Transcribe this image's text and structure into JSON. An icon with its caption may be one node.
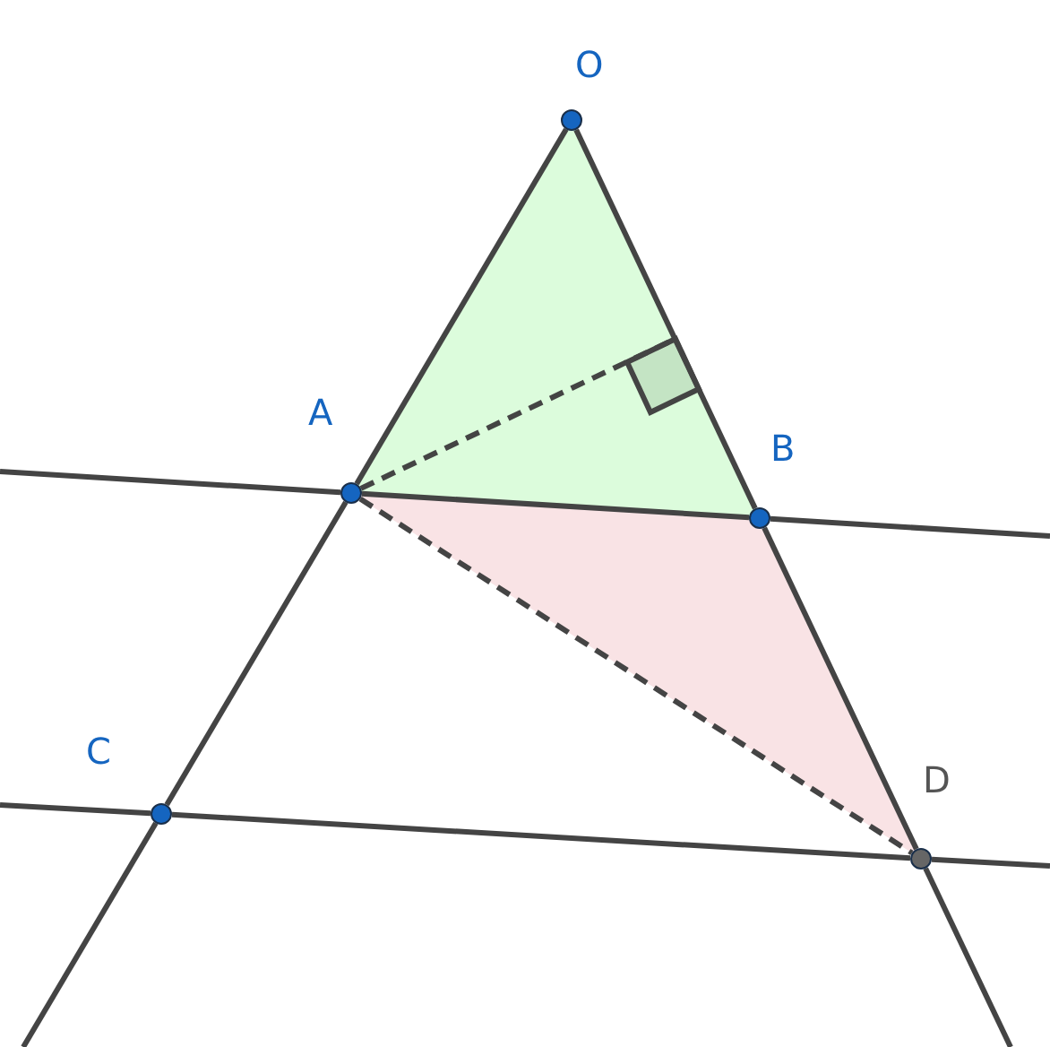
{
  "diagram": {
    "nodes": [
      {
        "text": [
          "O"
        ]
      },
      {
        "text": [
          "A"
        ]
      },
      {
        "text": [
          "B"
        ]
      },
      {
        "text": [
          "C"
        ]
      },
      {
        "text": [
          "D"
        ]
      },
      {
        "text": [],
        "shape": "box"
      }
    ],
    "edges": [
      {
        "from": 0,
        "to": 1,
        "arrow": "none"
      },
      {
        "from": 1,
        "to": 3,
        "arrow": "none"
      },
      {
        "from": 0,
        "to": 2,
        "arrow": "none"
      },
      {
        "from": 2,
        "to": 4,
        "arrow": "none"
      },
      {
        "from": 1,
        "to": 2,
        "arrow": "none"
      },
      {
        "from": 3,
        "to": 4,
        "arrow": "none"
      },
      {
        "from": 1,
        "to": 4,
        "arrow": "none",
        "style": "dashed"
      },
      {
        "from": 1,
        "to": 5,
        "arrow": "none",
        "style": "dashed"
      },
      {
        "from": null,
        "to": 1,
        "arrow": "none"
      },
      {
        "from": 2,
        "to": null,
        "arrow": "none"
      },
      {
        "from": null,
        "to": 3,
        "arrow": "none"
      },
      {
        "from": 4,
        "to": null,
        "arrow": "none"
      },
      {
        "from": 3,
        "to": null,
        "arrow": "none"
      },
      {
        "from": 4,
        "to": null,
        "arrow": "none"
      }
    ]
  }
}
